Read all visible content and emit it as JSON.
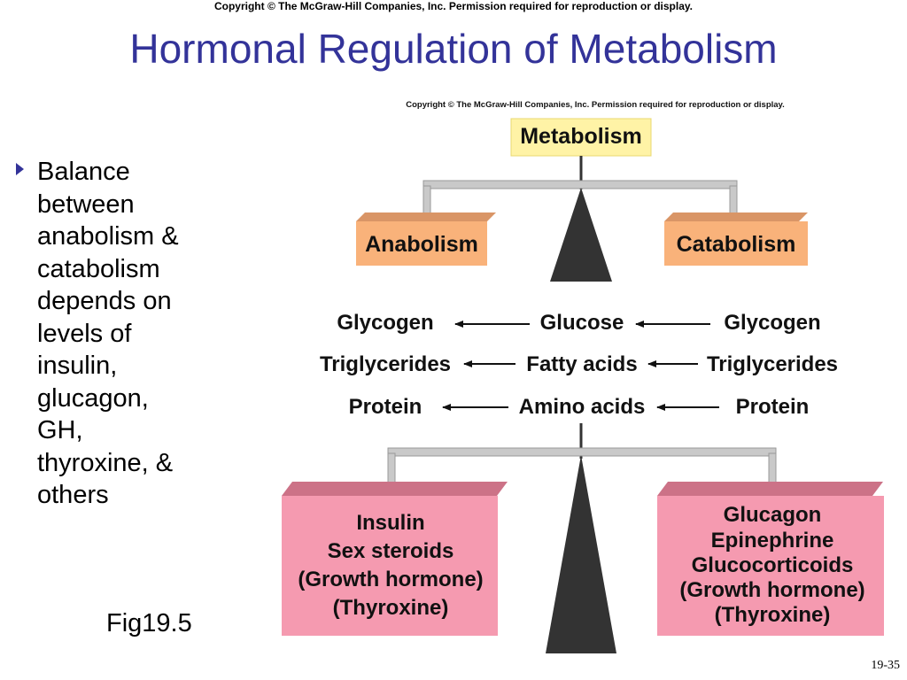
{
  "header": {
    "copyright": "Copyright © The McGraw-Hill Companies, Inc. Permission required for reproduction or display.",
    "title": "Hormonal Regulation of Metabolism"
  },
  "bullet": {
    "lines": [
      "Balance",
      "between",
      "anabolism &",
      "catabolism",
      "depends on",
      "levels of",
      "insulin,",
      "glucagon,",
      "GH,",
      "thyroxine, &",
      "others"
    ]
  },
  "figure": {
    "label": "Fig19.5",
    "copyright": "Copyright © The McGraw-Hill Companies, Inc. Permission required for reproduction or display.",
    "top_box": "Metabolism",
    "left_box": "Anabolism",
    "right_box": "Catabolism",
    "rows": [
      {
        "left": "Glycogen",
        "center": "Glucose",
        "right": "Glycogen"
      },
      {
        "left": "Triglycerides",
        "center": "Fatty acids",
        "right": "Triglycerides"
      },
      {
        "left": "Protein",
        "center": "Amino acids",
        "right": "Protein"
      }
    ],
    "left_hormones": [
      "Insulin",
      "Sex steroids",
      "(Growth hormone)",
      "(Thyroxine)"
    ],
    "right_hormones": [
      "Glucagon",
      "Epinephrine",
      "Glucocorticoids",
      "(Growth hormone)",
      "(Thyroxine)"
    ]
  },
  "footer": {
    "page": "19-35"
  },
  "colors": {
    "title": "#333399",
    "metabolism_box": "#fff3a6",
    "orange_box": "#f9b27a",
    "orange_box_top": "#d99566",
    "pink_box": "#f59ab0",
    "pink_box_top": "#cc7287",
    "scale_bar": "#c9c9c9",
    "fulcrum": "#333333"
  }
}
